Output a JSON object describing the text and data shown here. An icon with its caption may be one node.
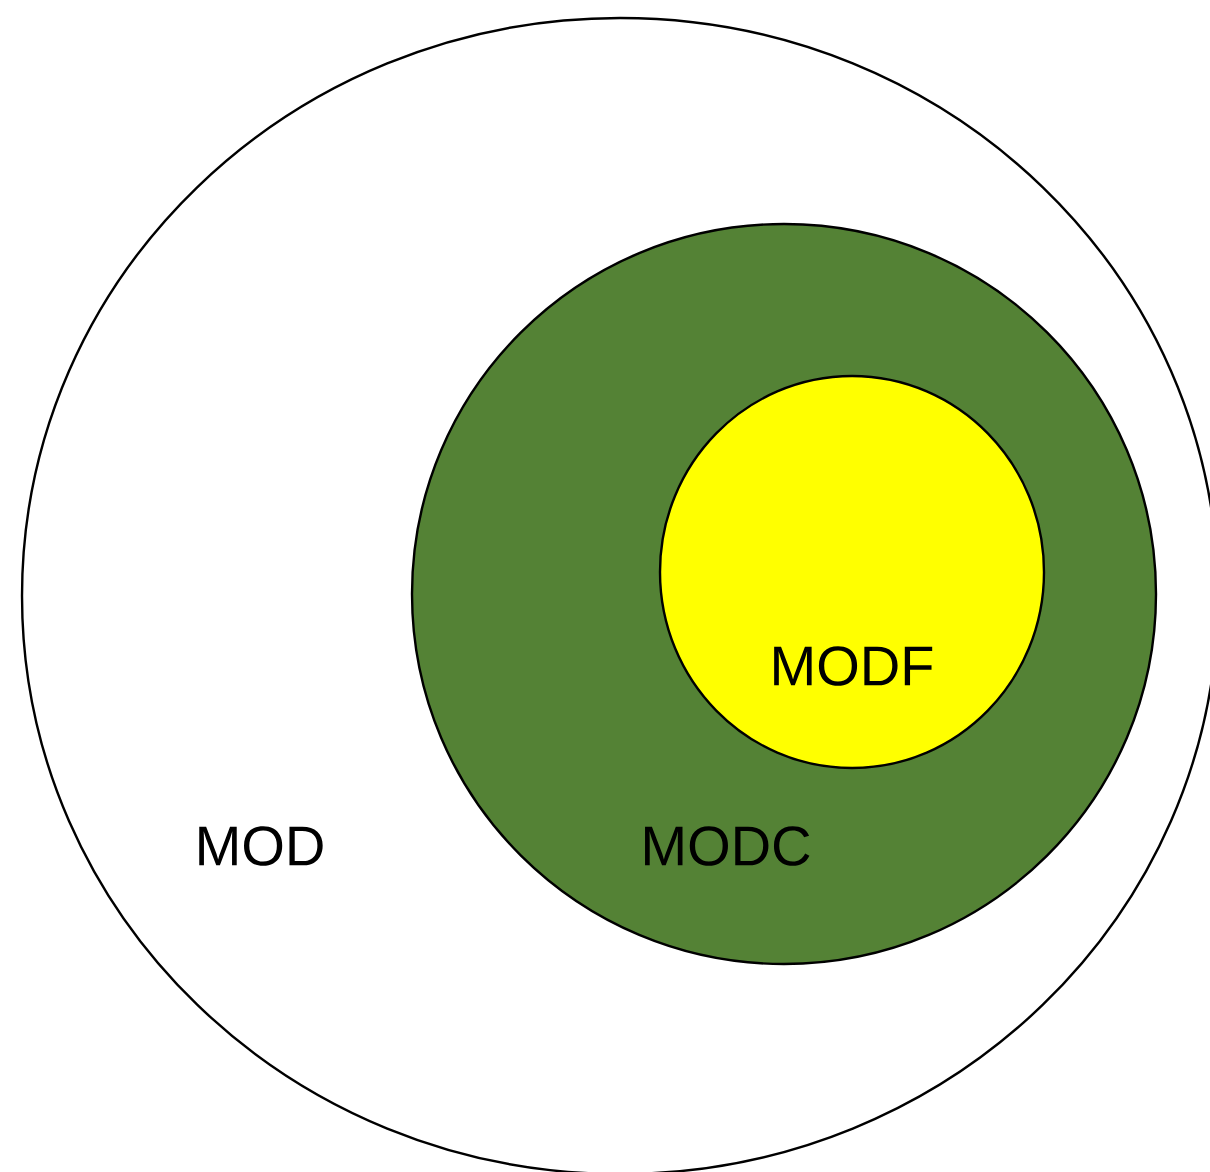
{
  "diagram": {
    "nodes": [
      {
        "text": [
          "MOD"
        ]
      },
      {
        "text": [
          "MODC"
        ],
        "in": 0
      },
      {
        "text": [
          "MODF"
        ],
        "in": 1
      }
    ]
  }
}
